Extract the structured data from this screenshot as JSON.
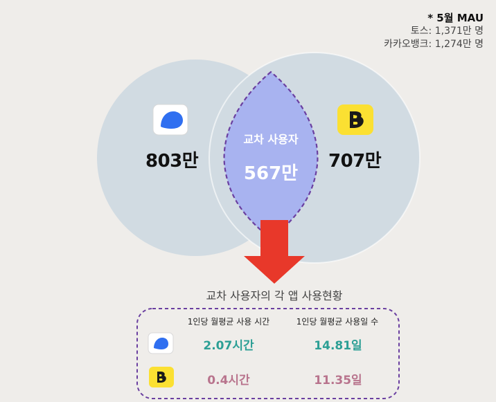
{
  "note": {
    "heading": "* 5월 MAU",
    "lines": [
      "토스: 1,371만 명",
      "카카오뱅크: 1,274만 명"
    ]
  },
  "venn": {
    "left_value": "803만",
    "right_value": "707만",
    "intersection_title": "교차 사용자",
    "intersection_value": "567만"
  },
  "colors": {
    "background": "#efedea",
    "circle": "#d1dbe2",
    "intersection": "#a8b3f0",
    "dash": "#6a3fa0",
    "arrow": "#e8382a",
    "toss_blue": "#2f6ff0",
    "kakao_yellow": "#fbe032",
    "teal": "#2c9f95",
    "mauve": "#b8748d"
  },
  "table": {
    "title": "교차 사용자의 각 앱 사용현황",
    "headers": [
      "1인당 월평균 사용 시간",
      "1인당 월평균 사용일 수"
    ],
    "rows": [
      {
        "icon": "toss-app-icon",
        "time": "2.07시간",
        "days": "14.81일"
      },
      {
        "icon": "kakaobank-app-icon",
        "time": "0.4시간",
        "days": "11.35일"
      }
    ]
  }
}
